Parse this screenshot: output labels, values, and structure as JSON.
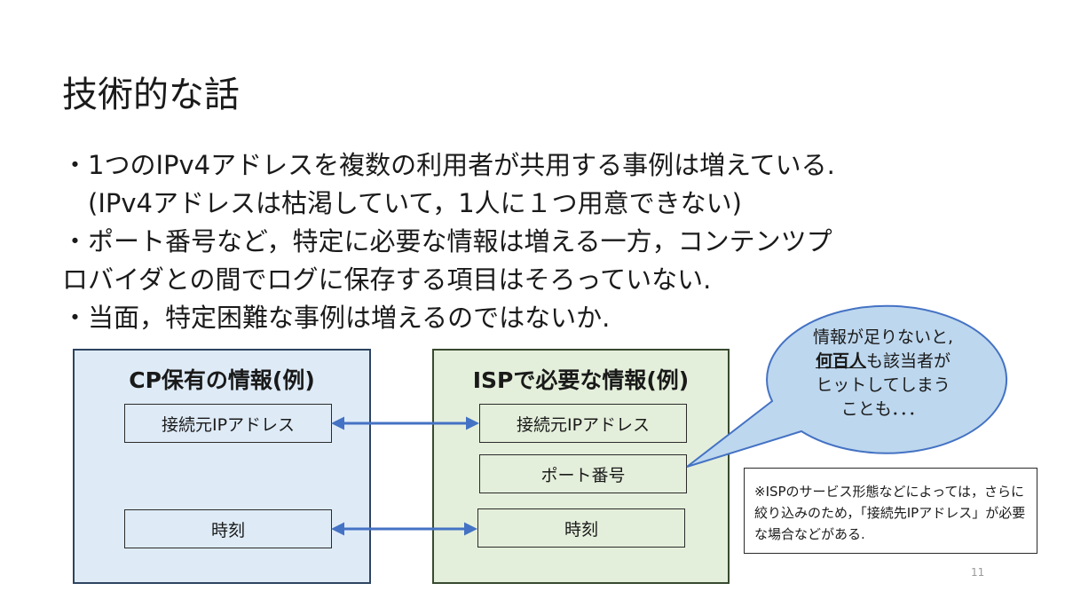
{
  "slide": {
    "title": "技術的な話",
    "bullets": [
      "・1つのIPv4アドレスを複数の利用者が共用する事例は増えている.",
      "　(IPv4アドレスは枯渇していて，1人に１つ用意できない)",
      "・ポート番号など，特定に必要な情報は増える一方，コンテンツプ",
      "ロバイダとの間でログに保存する項目はそろっていない.",
      "・当面，特定困難な事例は増えるのではないか."
    ],
    "cp_panel": {
      "title": "CP保有の情報(例)",
      "fields": [
        "接続元IPアドレス",
        "時刻"
      ]
    },
    "isp_panel": {
      "title": "ISPで必要な情報(例)",
      "fields": [
        "接続元IPアドレス",
        "ポート番号",
        "時刻"
      ]
    },
    "callout": {
      "line1": "情報が足りないと,",
      "emphasis": "何百人",
      "line2_rest": "も該当者が",
      "line3": "ヒットしてしまう",
      "line4": "ことも．．．"
    },
    "note": "※ISPのサービス形態などによっては，さらに絞り込みのため，「接続先IPアドレス」が必要な場合などがある.",
    "page_number": "11",
    "colors": {
      "cp_fill": "#deebf7",
      "isp_fill": "#e4efdb",
      "arrow": "#4472c4",
      "bubble_fill": "#bdd7ee",
      "bubble_stroke": "#4472c4"
    }
  }
}
